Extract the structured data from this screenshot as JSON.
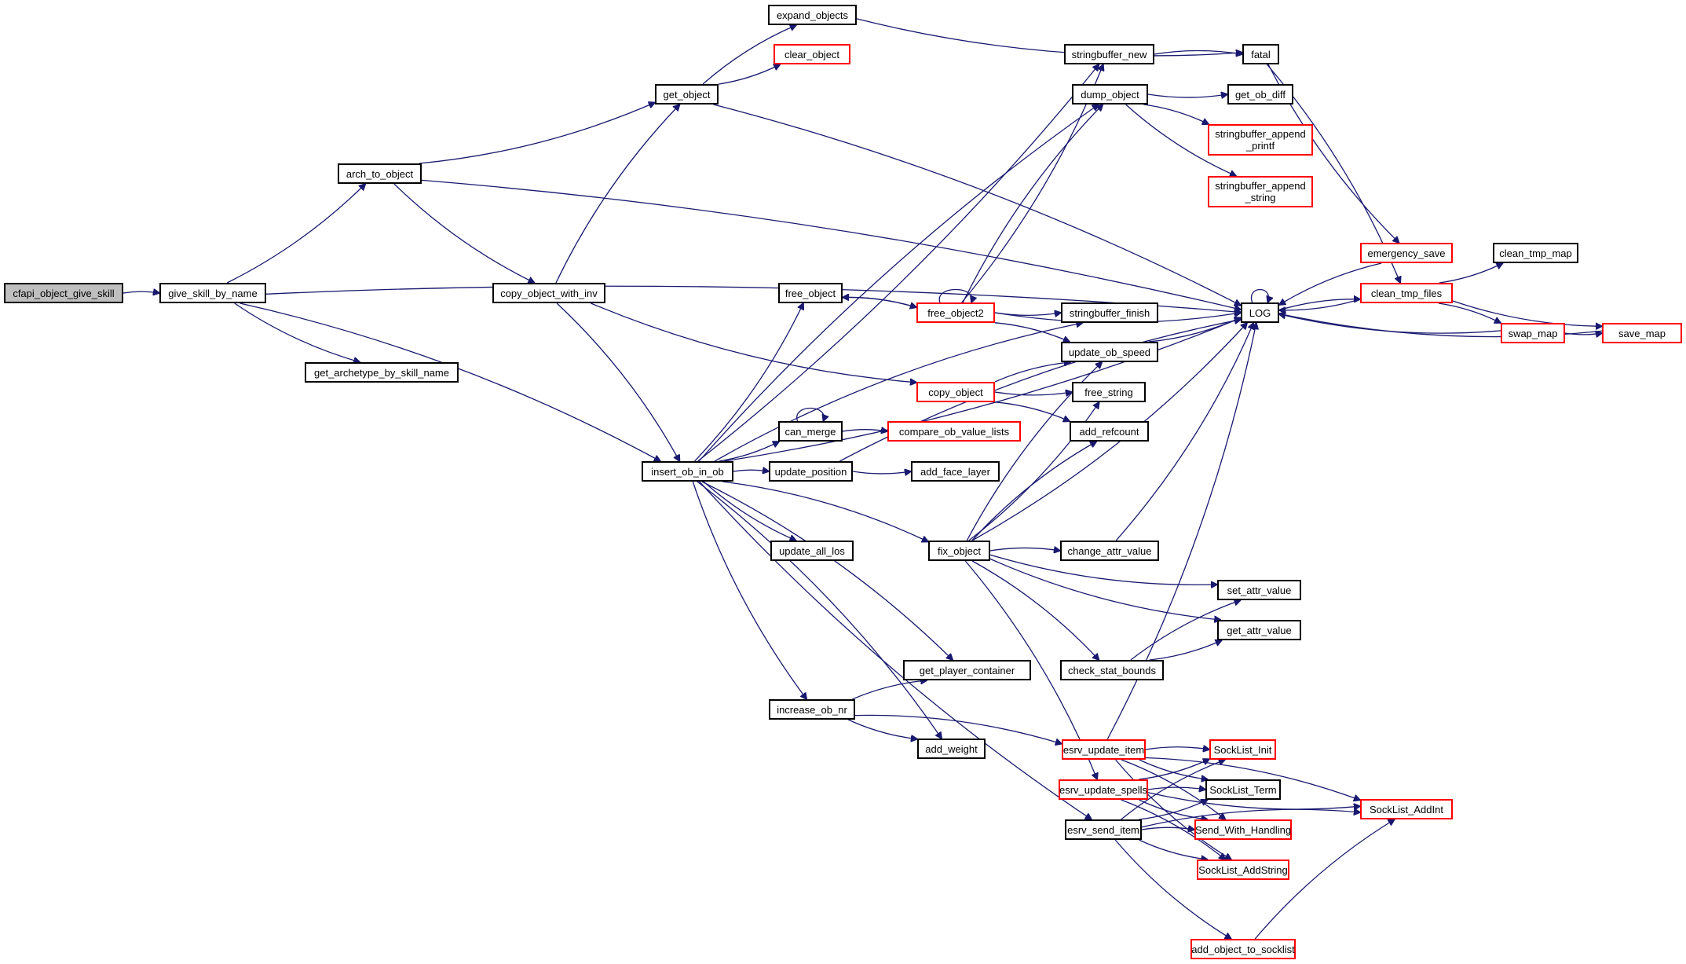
{
  "diagram": {
    "type": "call-graph",
    "colors": {
      "edge": "#191970",
      "incomplete_border": "#ff0000",
      "normal_border": "#000000",
      "root_fill": "#bfbfbf"
    },
    "nodes": [
      {
        "id": "cfapi_object_give_skill",
        "label": "cfapi_object_give_skill",
        "style": "root"
      },
      {
        "id": "give_skill_by_name",
        "label": "give_skill_by_name",
        "style": "normal"
      },
      {
        "id": "arch_to_object",
        "label": "arch_to_object",
        "style": "normal"
      },
      {
        "id": "get_archetype_by_skill_name",
        "label": "get_archetype_by_skill_name",
        "style": "normal"
      },
      {
        "id": "get_object",
        "label": "get_object",
        "style": "normal"
      },
      {
        "id": "copy_object_with_inv",
        "label": "copy_object_with_inv",
        "style": "normal"
      },
      {
        "id": "insert_ob_in_ob",
        "label": "insert_ob_in_ob",
        "style": "normal"
      },
      {
        "id": "expand_objects",
        "label": "expand_objects",
        "style": "normal"
      },
      {
        "id": "clear_object",
        "label": "clear_object",
        "style": "red"
      },
      {
        "id": "free_object",
        "label": "free_object",
        "style": "normal"
      },
      {
        "id": "free_object2",
        "label": "free_object2",
        "style": "red"
      },
      {
        "id": "copy_object",
        "label": "copy_object",
        "style": "red"
      },
      {
        "id": "can_merge",
        "label": "can_merge",
        "style": "normal"
      },
      {
        "id": "compare_ob_value_lists",
        "label": "compare_ob_value_lists",
        "style": "red"
      },
      {
        "id": "update_position",
        "label": "update_position",
        "style": "normal"
      },
      {
        "id": "add_face_layer",
        "label": "add_face_layer",
        "style": "normal"
      },
      {
        "id": "update_all_los",
        "label": "update_all_los",
        "style": "normal"
      },
      {
        "id": "fix_object",
        "label": "fix_object",
        "style": "normal"
      },
      {
        "id": "get_player_container",
        "label": "get_player_container",
        "style": "normal"
      },
      {
        "id": "increase_ob_nr",
        "label": "increase_ob_nr",
        "style": "normal"
      },
      {
        "id": "add_weight",
        "label": "add_weight",
        "style": "normal"
      },
      {
        "id": "stringbuffer_new",
        "label": "stringbuffer_new",
        "style": "normal"
      },
      {
        "id": "dump_object",
        "label": "dump_object",
        "style": "normal"
      },
      {
        "id": "stringbuffer_finish",
        "label": "stringbuffer_finish",
        "style": "normal"
      },
      {
        "id": "update_ob_speed",
        "label": "update_ob_speed",
        "style": "normal"
      },
      {
        "id": "free_string",
        "label": "free_string",
        "style": "normal"
      },
      {
        "id": "add_refcount",
        "label": "add_refcount",
        "style": "normal"
      },
      {
        "id": "change_attr_value",
        "label": "change_attr_value",
        "style": "normal"
      },
      {
        "id": "set_attr_value",
        "label": "set_attr_value",
        "style": "normal"
      },
      {
        "id": "get_attr_value",
        "label": "get_attr_value",
        "style": "normal"
      },
      {
        "id": "check_stat_bounds",
        "label": "check_stat_bounds",
        "style": "normal"
      },
      {
        "id": "esrv_update_item",
        "label": "esrv_update_item",
        "style": "red"
      },
      {
        "id": "esrv_update_spells",
        "label": "esrv_update_spells",
        "style": "red"
      },
      {
        "id": "esrv_send_item",
        "label": "esrv_send_item",
        "style": "normal"
      },
      {
        "id": "fatal",
        "label": "fatal",
        "style": "normal"
      },
      {
        "id": "get_ob_diff",
        "label": "get_ob_diff",
        "style": "normal"
      },
      {
        "id": "stringbuffer_append_printf",
        "label": "stringbuffer_append\n_printf",
        "style": "red"
      },
      {
        "id": "stringbuffer_append_string",
        "label": "stringbuffer_append\n_string",
        "style": "red"
      },
      {
        "id": "LOG",
        "label": "LOG",
        "style": "normal"
      },
      {
        "id": "SockList_Init",
        "label": "SockList_Init",
        "style": "red"
      },
      {
        "id": "SockList_Term",
        "label": "SockList_Term",
        "style": "normal"
      },
      {
        "id": "Send_With_Handling",
        "label": "Send_With_Handling",
        "style": "red"
      },
      {
        "id": "SockList_AddString",
        "label": "SockList_AddString",
        "style": "red"
      },
      {
        "id": "add_object_to_socklist",
        "label": "add_object_to_socklist",
        "style": "red"
      },
      {
        "id": "emergency_save",
        "label": "emergency_save",
        "style": "red"
      },
      {
        "id": "clean_tmp_files",
        "label": "clean_tmp_files",
        "style": "red"
      },
      {
        "id": "clean_tmp_map",
        "label": "clean_tmp_map",
        "style": "normal"
      },
      {
        "id": "swap_map",
        "label": "swap_map",
        "style": "red"
      },
      {
        "id": "save_map",
        "label": "save_map",
        "style": "red"
      },
      {
        "id": "SockList_AddInt",
        "label": "SockList_AddInt",
        "style": "red"
      }
    ],
    "edges": [
      [
        "cfapi_object_give_skill",
        "give_skill_by_name"
      ],
      [
        "give_skill_by_name",
        "arch_to_object"
      ],
      [
        "give_skill_by_name",
        "LOG"
      ],
      [
        "give_skill_by_name",
        "get_archetype_by_skill_name"
      ],
      [
        "give_skill_by_name",
        "insert_ob_in_ob"
      ],
      [
        "arch_to_object",
        "get_object"
      ],
      [
        "arch_to_object",
        "LOG"
      ],
      [
        "arch_to_object",
        "copy_object_with_inv"
      ],
      [
        "get_object",
        "expand_objects"
      ],
      [
        "get_object",
        "clear_object"
      ],
      [
        "get_object",
        "LOG"
      ],
      [
        "expand_objects",
        "fatal"
      ],
      [
        "copy_object_with_inv",
        "get_object"
      ],
      [
        "copy_object_with_inv",
        "copy_object"
      ],
      [
        "copy_object_with_inv",
        "insert_ob_in_ob"
      ],
      [
        "insert_ob_in_ob",
        "stringbuffer_new"
      ],
      [
        "insert_ob_in_ob",
        "dump_object"
      ],
      [
        "insert_ob_in_ob",
        "free_object"
      ],
      [
        "insert_ob_in_ob",
        "stringbuffer_finish"
      ],
      [
        "insert_ob_in_ob",
        "can_merge"
      ],
      [
        "insert_ob_in_ob",
        "update_position"
      ],
      [
        "insert_ob_in_ob",
        "update_all_los"
      ],
      [
        "insert_ob_in_ob",
        "fix_object"
      ],
      [
        "insert_ob_in_ob",
        "LOG"
      ],
      [
        "insert_ob_in_ob",
        "get_player_container"
      ],
      [
        "insert_ob_in_ob",
        "increase_ob_nr"
      ],
      [
        "insert_ob_in_ob",
        "add_weight"
      ],
      [
        "insert_ob_in_ob",
        "esrv_send_item"
      ],
      [
        "stringbuffer_new",
        "fatal"
      ],
      [
        "dump_object",
        "get_ob_diff"
      ],
      [
        "dump_object",
        "stringbuffer_append_printf"
      ],
      [
        "dump_object",
        "stringbuffer_append_string"
      ],
      [
        "free_object",
        "free_object2"
      ],
      [
        "free_object2",
        "free_object"
      ],
      [
        "free_object2",
        "free_object2"
      ],
      [
        "free_object2",
        "stringbuffer_new"
      ],
      [
        "free_object2",
        "dump_object"
      ],
      [
        "free_object2",
        "stringbuffer_finish"
      ],
      [
        "free_object2",
        "update_ob_speed"
      ],
      [
        "free_object2",
        "LOG"
      ],
      [
        "copy_object",
        "update_ob_speed"
      ],
      [
        "copy_object",
        "free_string"
      ],
      [
        "copy_object",
        "add_refcount"
      ],
      [
        "can_merge",
        "can_merge"
      ],
      [
        "can_merge",
        "compare_ob_value_lists"
      ],
      [
        "update_position",
        "add_face_layer"
      ],
      [
        "update_position",
        "LOG"
      ],
      [
        "update_ob_speed",
        "LOG"
      ],
      [
        "fix_object",
        "update_ob_speed"
      ],
      [
        "fix_object",
        "free_string"
      ],
      [
        "fix_object",
        "add_refcount"
      ],
      [
        "fix_object",
        "LOG"
      ],
      [
        "fix_object",
        "change_attr_value"
      ],
      [
        "fix_object",
        "set_attr_value"
      ],
      [
        "fix_object",
        "check_stat_bounds"
      ],
      [
        "fix_object",
        "get_attr_value"
      ],
      [
        "fix_object",
        "esrv_update_spells"
      ],
      [
        "change_attr_value",
        "LOG"
      ],
      [
        "check_stat_bounds",
        "set_attr_value"
      ],
      [
        "check_stat_bounds",
        "get_attr_value"
      ],
      [
        "increase_ob_nr",
        "get_player_container"
      ],
      [
        "increase_ob_nr",
        "add_weight"
      ],
      [
        "increase_ob_nr",
        "esrv_update_item"
      ],
      [
        "esrv_update_item",
        "LOG"
      ],
      [
        "esrv_update_item",
        "SockList_Init"
      ],
      [
        "esrv_update_item",
        "SockList_Term"
      ],
      [
        "esrv_update_item",
        "Send_With_Handling"
      ],
      [
        "esrv_update_item",
        "SockList_AddString"
      ],
      [
        "esrv_update_item",
        "SockList_AddInt"
      ],
      [
        "esrv_update_spells",
        "SockList_Init"
      ],
      [
        "esrv_update_spells",
        "SockList_Term"
      ],
      [
        "esrv_update_spells",
        "Send_With_Handling"
      ],
      [
        "esrv_update_spells",
        "SockList_AddString"
      ],
      [
        "esrv_update_spells",
        "SockList_AddInt"
      ],
      [
        "esrv_send_item",
        "SockList_Init"
      ],
      [
        "esrv_send_item",
        "SockList_Term"
      ],
      [
        "esrv_send_item",
        "Send_With_Handling"
      ],
      [
        "esrv_send_item",
        "SockList_AddString"
      ],
      [
        "esrv_send_item",
        "SockList_AddInt"
      ],
      [
        "esrv_send_item",
        "add_object_to_socklist"
      ],
      [
        "add_object_to_socklist",
        "SockList_AddInt"
      ],
      [
        "fatal",
        "emergency_save"
      ],
      [
        "fatal",
        "clean_tmp_files"
      ],
      [
        "LOG",
        "LOG"
      ],
      [
        "LOG",
        "clean_tmp_files"
      ],
      [
        "emergency_save",
        "LOG"
      ],
      [
        "clean_tmp_files",
        "LOG"
      ],
      [
        "clean_tmp_files",
        "clean_tmp_map"
      ],
      [
        "clean_tmp_files",
        "swap_map"
      ],
      [
        "clean_tmp_files",
        "save_map"
      ],
      [
        "swap_map",
        "LOG"
      ],
      [
        "swap_map",
        "save_map"
      ],
      [
        "save_map",
        "LOG"
      ]
    ]
  }
}
